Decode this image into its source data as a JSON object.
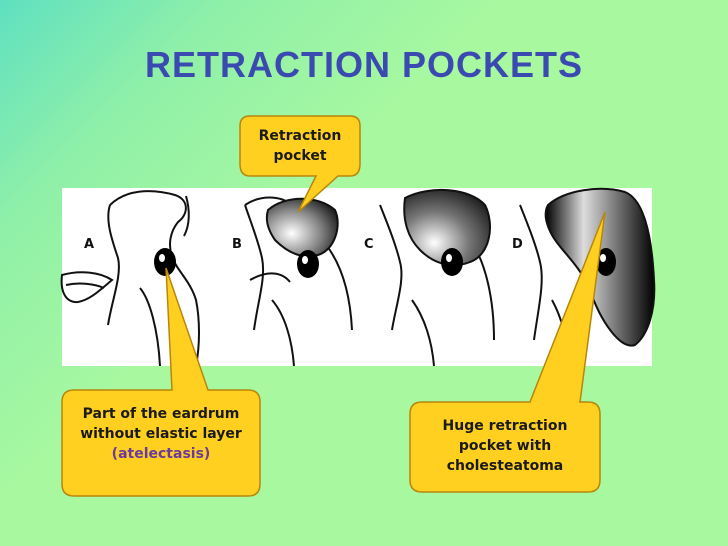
{
  "slide": {
    "title": "RETRACTION POCKETS"
  },
  "panel_labels": [
    "A",
    "B",
    "C",
    "D"
  ],
  "callouts": {
    "retraction_pocket": {
      "line1": "Retraction",
      "line2": "pocket"
    },
    "atelectasis": {
      "line1": "Part of the eardrum",
      "line2": "without elastic layer",
      "line3": "(atelectasis)"
    },
    "cholesteatoma": {
      "line1": "Huge retraction",
      "line2": "pocket with",
      "line3": "cholesteatoma"
    }
  },
  "colors": {
    "title": "#3b4ab0",
    "callout_fill": "#ffd020",
    "accent_text": "#6a3aa0"
  }
}
